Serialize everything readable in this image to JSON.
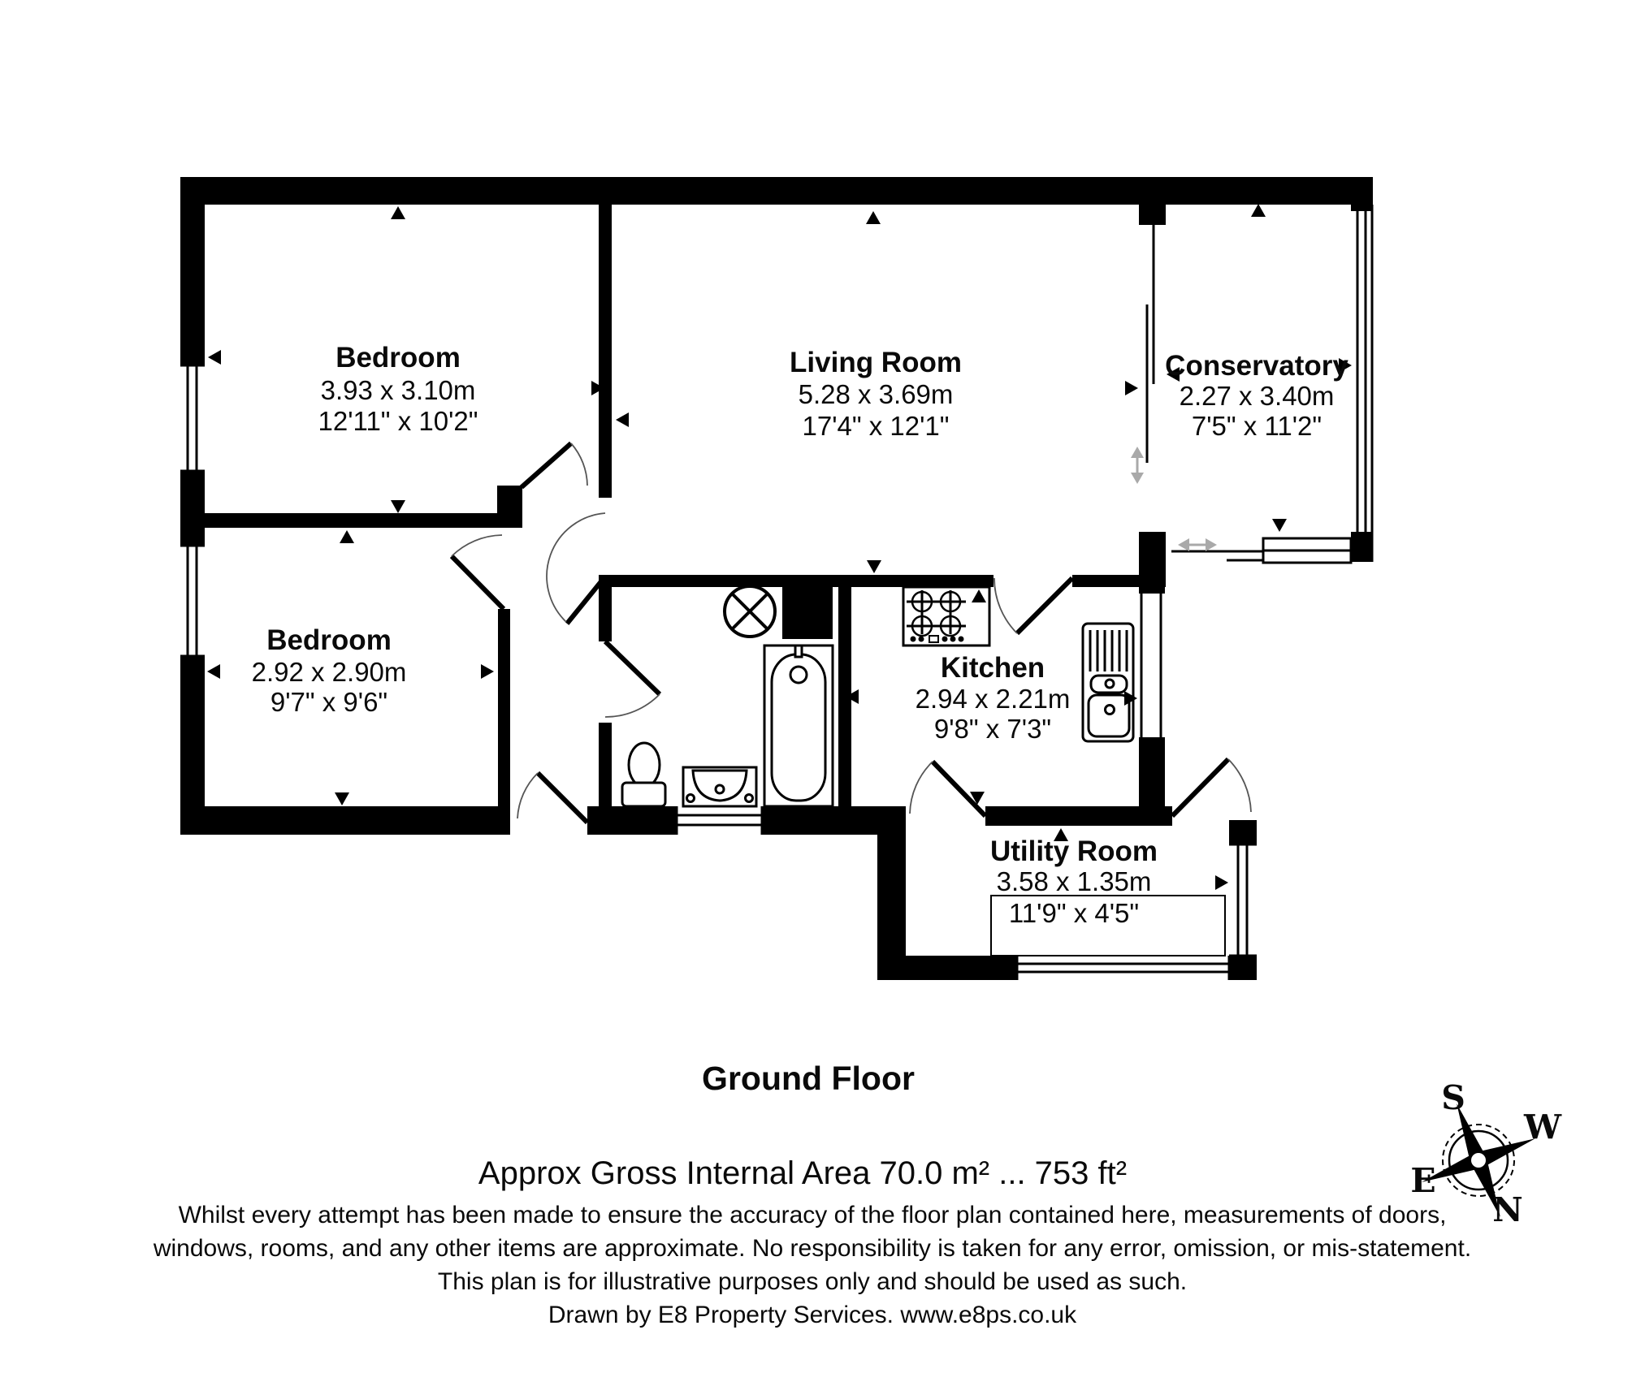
{
  "plan": {
    "floor_label": "Ground Floor",
    "area_note": "Approx Gross Internal Area 70.0 m² ... 753 ft²",
    "disclaimer_lines": [
      "Whilst every attempt has been made to ensure the accuracy of the floor plan contained here, measurements of doors,",
      "windows, rooms, and any other items are approximate. No responsibility is taken for any error, omission, or mis-statement.",
      "This plan is for illustrative purposes only and should be used as such.",
      "Drawn by E8 Property Services. www.e8ps.co.uk"
    ],
    "rooms": [
      {
        "name": "Bedroom",
        "metric": "3.93 x 3.10m",
        "imperial": "12'11\" x 10'2\""
      },
      {
        "name": "Living Room",
        "metric": "5.28 x 3.69m",
        "imperial": "17'4\" x 12'1\""
      },
      {
        "name": "Conservatory",
        "metric": "2.27 x 3.40m",
        "imperial": "7'5\" x 11'2\""
      },
      {
        "name": "Bedroom",
        "metric": "2.92 x 2.90m",
        "imperial": "9'7\" x 9'6\""
      },
      {
        "name": "Kitchen",
        "metric": "2.94 x 2.21m",
        "imperial": "9'8\" x 7'3\""
      },
      {
        "name": "Utility Room",
        "metric": "3.58 x 1.35m",
        "imperial": "11'9\" x 4'5\""
      }
    ],
    "compass": {
      "north": "N",
      "south": "S",
      "east": "E",
      "west": "W"
    },
    "colors": {
      "wall": "#000000",
      "background": "#ffffff",
      "door_arc": "#555555",
      "slider_arrow": "#a9a9a9"
    }
  }
}
